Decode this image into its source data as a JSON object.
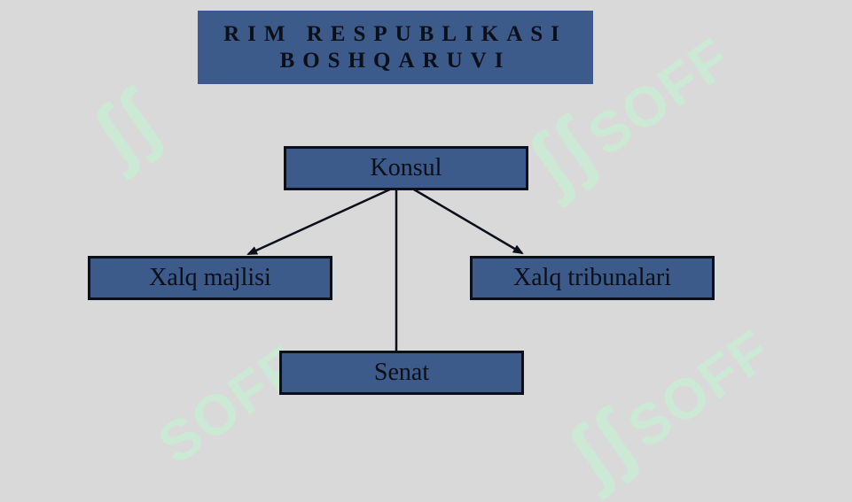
{
  "title": {
    "line1": "RIM RESPUBLIKASI",
    "line2": "BOSHQARUVI"
  },
  "nodes": {
    "konsul": "Konsul",
    "xalq_majlisi": "Xalq majlisi",
    "xalq_tribunalari": "Xalq tribunalari",
    "senat": "Senat"
  },
  "edges": [
    {
      "from": "konsul",
      "to": "xalq_majlisi",
      "arrow": true
    },
    {
      "from": "konsul",
      "to": "xalq_tribunalari",
      "arrow": true
    },
    {
      "from": "konsul",
      "to": "senat",
      "arrow": false
    }
  ],
  "watermark": "SOFF",
  "colors": {
    "background": "#d9d9d9",
    "box_fill": "#3c5a8a",
    "outline": "#0b0f18",
    "watermark": "#c9ecd4"
  }
}
